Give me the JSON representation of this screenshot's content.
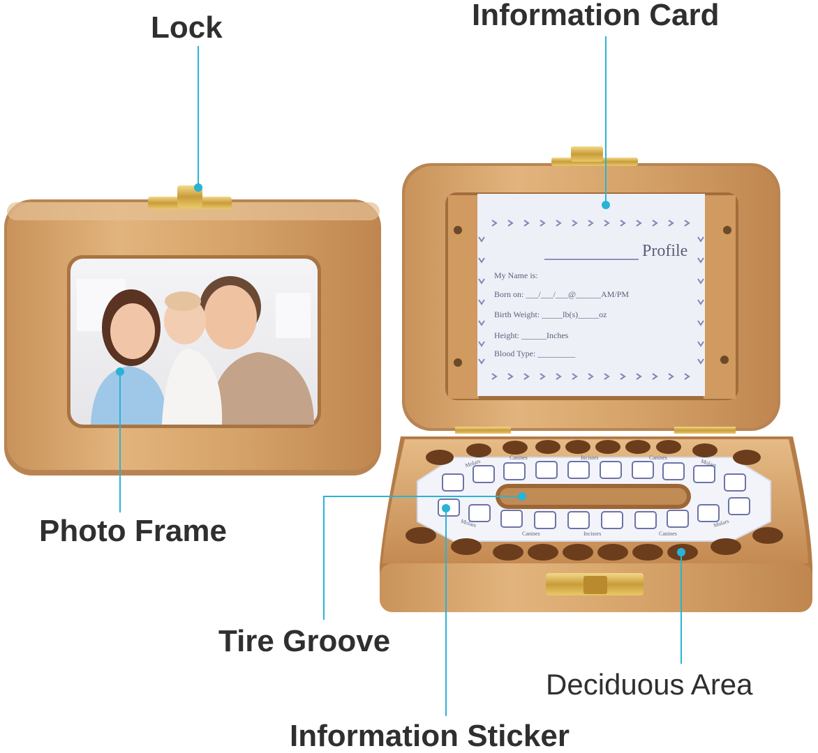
{
  "callouts": {
    "lock": "Lock",
    "information_card": "Information Card",
    "photo_frame": "Photo Frame",
    "tire_groove": "Tire Groove",
    "deciduous_area": "Deciduous Area",
    "information_sticker": "Information Sticker"
  },
  "info_card": {
    "heading": "Profile",
    "fields": [
      "My Name is:",
      "Born on: ___/___/___@______AM/PM",
      "Birth Weight: _____lb(s)_____oz",
      "Height: ______Inches",
      "Blood Type: _________"
    ]
  },
  "sticker": {
    "top_labels": [
      "Molars",
      "Canines",
      "Incisors",
      "Canines",
      "Molars"
    ],
    "bottom_labels": [
      "Molars",
      "Canines",
      "Incisors",
      "Canines",
      "Molars"
    ]
  },
  "colors": {
    "leader": "#29b3d6",
    "wood": "#d9a86e",
    "wood_dark": "#b57c44",
    "brass": "#d8b45a",
    "card": "#eef0f8",
    "card_ink": "#5a5f77"
  }
}
